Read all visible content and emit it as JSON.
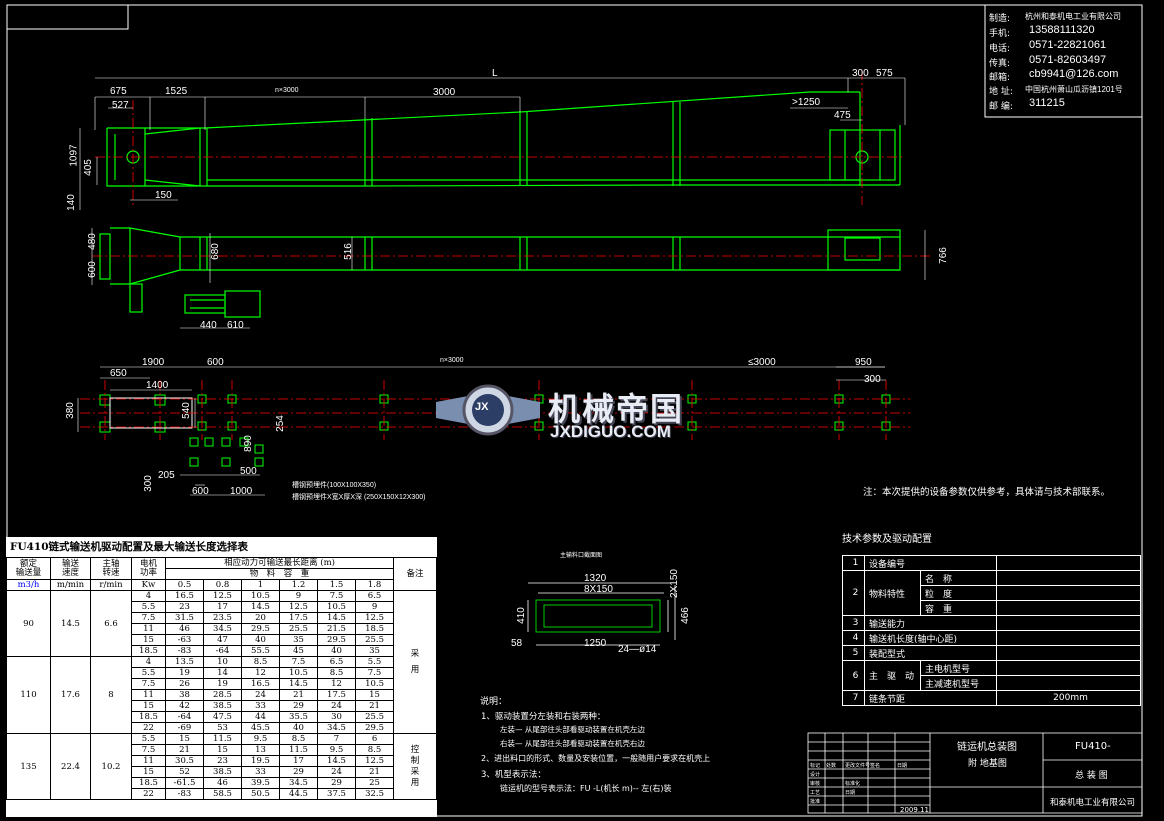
{
  "colors": {
    "background": "#000000",
    "frame": "#ffffff",
    "body": "#00ff00",
    "centerline": "#ff0000",
    "dimension": "#ffffff",
    "annotation": "#00ffff",
    "table_bg": "#ffffff"
  },
  "info": {
    "maker_label": "制造:",
    "maker": "杭州和泰机电工业有限公司",
    "phone_label": "手机:",
    "phone": "13588111320",
    "tel_label": "电话:",
    "tel": "0571-22821061",
    "fax_label": "传真:",
    "fax": "0571-82603497",
    "email_label": "邮箱:",
    "email": "cb9941@126.com",
    "address_label": "地 址:",
    "address": "中国杭州萧山瓜沥镇1201号",
    "zip_label": "邮 编:",
    "zip": "311215"
  },
  "dims": {
    "top": {
      "d675": "675",
      "d1525": "1525",
      "d527": "527",
      "dn3000": "n×3000",
      "d3000": "3000",
      "L": "L",
      "d300": "300",
      "d575": "575",
      "gt1250": ">1250",
      "d475": "475",
      "d1097": "1097",
      "d405": "405",
      "d140": "140",
      "d150": "150"
    },
    "mid": {
      "d480": "480",
      "d600": "600",
      "d680": "680",
      "d516": "516",
      "d766": "766",
      "d440": "440",
      "d610": "610"
    },
    "bot": {
      "d1900": "1900",
      "d600": "600",
      "dn3000": "n×3000",
      "dle3000": "≤3000",
      "d950": "950",
      "d300": "300",
      "d650": "650",
      "d1400": "1400",
      "d380": "380",
      "d540": "540",
      "d890": "890",
      "d254": "254",
      "d500": "500",
      "d205": "205",
      "d300b": "300",
      "d600b": "600",
      "d1000": "1000"
    },
    "note_channel1": "槽钢预埋件(100X100X350)",
    "note_channel2": "槽钢预埋件X宽X厚X深 (250X150X12X300)"
  },
  "watermark": {
    "cn": "机械帝国",
    "en": "JXDIGUO.COM",
    "emblem": "JX"
  },
  "note": "注：本次提供的设备参数仅供参考，具体请与技术部联系。",
  "section_label": "主输料口截面图",
  "section_dims": {
    "d1320": "1320",
    "d8x150": "8X150",
    "d2x150": "2X150",
    "d410": "410",
    "d466": "466",
    "d58": "58",
    "d1250": "1250",
    "holes": "24—ø14"
  },
  "instructions": {
    "title": "说明：",
    "l1": "1、驱动装置分左装和右装两种：",
    "l2": "左装— 从尾部往头部看驱动装置在机壳左边",
    "l3": "右装— 从尾部往头部看驱动装置在机壳右边",
    "l4": "2、进出料口的形式、数量及安装位置，一般随用户要求在机壳上",
    "l5": "3、机型表示法：",
    "l6": "链运机的型号表示法：FU -L(机长 m)-- 左(右)装"
  },
  "tech": {
    "title": "技术参数及驱动配置",
    "rows": [
      {
        "no": "1",
        "name": "设备编号",
        "sub": "",
        "val": ""
      },
      {
        "no": "2",
        "name": "物料特性",
        "sub": "名　称",
        "val": ""
      },
      {
        "no": "",
        "name": "",
        "sub": "粒　度",
        "val": ""
      },
      {
        "no": "",
        "name": "",
        "sub": "容　重",
        "val": ""
      },
      {
        "no": "3",
        "name": "输送能力",
        "sub": "",
        "val": ""
      },
      {
        "no": "4",
        "name": "输送机长度(轴中心距)",
        "sub": "",
        "val": ""
      },
      {
        "no": "5",
        "name": "装配型式",
        "sub": "",
        "val": ""
      },
      {
        "no": "6",
        "name": "主　驱　动",
        "sub": "主电机型号",
        "val": ""
      },
      {
        "no": "",
        "name": "",
        "sub": "主减速机型号",
        "val": ""
      },
      {
        "no": "7",
        "name": "链条节距",
        "sub": "",
        "val": "200mm"
      }
    ]
  },
  "titleblock": {
    "drawing_name": "链运机总装图",
    "sub_name": "附 地基图",
    "model": "FU410-",
    "doc": "总 装 图",
    "company": "和泰机电工业有限公司",
    "date": "2009.11",
    "labels": {
      "l1": "标记",
      "l2": "处数",
      "l3": "更改文件号",
      "l4": "签名",
      "l5": "日期",
      "l6": "设计",
      "l7": "审核",
      "l8": "工艺",
      "l9": "批准",
      "l10": "标准化",
      "l11": "日期"
    }
  },
  "table": {
    "title": "FU410链式输送机驱动配置及最大输送长度选择表",
    "h_cap": "额定\n输送量",
    "h_speed": "输送\n速度",
    "h_rpm": "主轴\n转速",
    "h_kw": "电机\n功率",
    "h_len": "相应动力可输送最长距离",
    "h_len_unit": "(m)",
    "h_density": "物　料　容　重",
    "h_note": "备注",
    "u_cap": "m3/h",
    "u_speed": "m/min",
    "u_rpm": "r/min",
    "u_kw": "Kw",
    "densities": [
      "0.5",
      "0.8",
      "1",
      "1.2",
      "1.5",
      "1.8"
    ],
    "groups": [
      {
        "cap": "90",
        "speed": "14.5",
        "rpm": "6.6",
        "rows": [
          [
            "4",
            "16.5",
            "12.5",
            "10.5",
            "9",
            "7.5",
            "6.5"
          ],
          [
            "5.5",
            "23",
            "17",
            "14.5",
            "12.5",
            "10.5",
            "9"
          ],
          [
            "7.5",
            "31.5",
            "23.5",
            "20",
            "17.5",
            "14.5",
            "12.5"
          ],
          [
            "11",
            "46",
            "34.5",
            "29.5",
            "25.5",
            "21.5",
            "18.5"
          ],
          [
            "15",
            "-63",
            "47",
            "40",
            "35",
            "29.5",
            "25.5"
          ],
          [
            "18.5",
            "-83",
            "-64",
            "55.5",
            "45",
            "40",
            "35"
          ]
        ]
      },
      {
        "cap": "110",
        "speed": "17.6",
        "rpm": "8",
        "rows": [
          [
            "4",
            "13.5",
            "10",
            "8.5",
            "7.5",
            "6.5",
            "5.5"
          ],
          [
            "5.5",
            "19",
            "14",
            "12",
            "10.5",
            "8.5",
            "7.5"
          ],
          [
            "7.5",
            "26",
            "19",
            "16.5",
            "14.5",
            "12",
            "10.5"
          ],
          [
            "11",
            "38",
            "28.5",
            "24",
            "21",
            "17.5",
            "15"
          ],
          [
            "15",
            "42",
            "38.5",
            "33",
            "29",
            "24",
            "21"
          ],
          [
            "18.5",
            "-64",
            "47.5",
            "44",
            "35.5",
            "30",
            "25.5"
          ],
          [
            "22",
            "-69",
            "53",
            "45.5",
            "40",
            "34.5",
            "29.5"
          ]
        ]
      },
      {
        "cap": "135",
        "speed": "22.4",
        "rpm": "10.2",
        "rows": [
          [
            "5.5",
            "15",
            "11.5",
            "9.5",
            "8.5",
            "7",
            "6"
          ],
          [
            "7.5",
            "21",
            "15",
            "13",
            "11.5",
            "9.5",
            "8.5"
          ],
          [
            "11",
            "30.5",
            "23",
            "19.5",
            "17",
            "14.5",
            "12.5"
          ],
          [
            "15",
            "52",
            "38.5",
            "33",
            "29",
            "24",
            "21"
          ],
          [
            "18.5",
            "-61.5",
            "46",
            "39.5",
            "34.5",
            "29",
            "25"
          ],
          [
            "22",
            "-83",
            "58.5",
            "50.5",
            "44.5",
            "37.5",
            "32.5"
          ]
        ]
      }
    ],
    "note_a": "采\n用",
    "note_b": "控\n制\n采\n用"
  }
}
